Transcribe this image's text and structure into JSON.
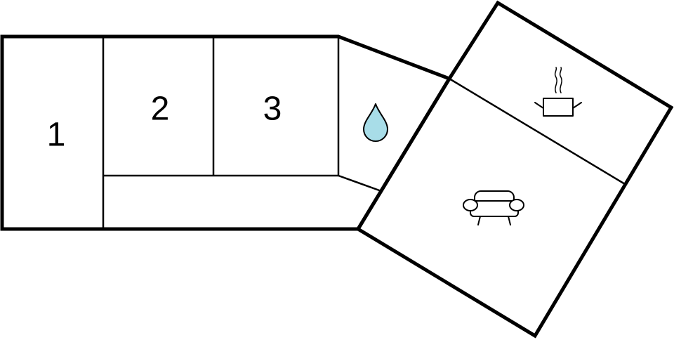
{
  "floorplan": {
    "rooms": [
      {
        "id": "room-1",
        "label": "1"
      },
      {
        "id": "room-2",
        "label": "2"
      },
      {
        "id": "room-3",
        "label": "3"
      }
    ],
    "icons": {
      "bathroom": "water-drop-icon",
      "kitchen": "cooking-pot-icon",
      "living": "sofa-icon"
    },
    "colors": {
      "wall": "#000000",
      "background": "#ffffff",
      "water": "#a8dde8"
    }
  }
}
